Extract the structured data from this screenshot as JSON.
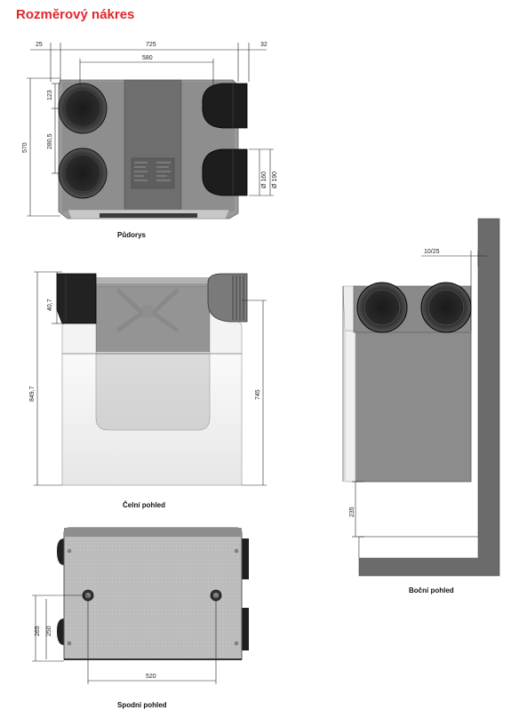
{
  "title": "Rozměrový nákres",
  "captions": {
    "top": "Půdorys",
    "front": "Čelní pohled",
    "side": "Boční pohled",
    "bottom": "Spodní pohled"
  },
  "dimensions": {
    "top_left_offset": "25",
    "top_width": "725",
    "top_right_offset": "32",
    "top_inner_width": "580",
    "top_height": "570",
    "top_port_upper": "123",
    "top_port_spacing": "280,5",
    "duct_dia_small": "Ø 160",
    "duct_dia_large": "Ø 190",
    "front_total_height": "849,7",
    "front_port_height": "40,7",
    "front_body_height": "745",
    "side_wall_gap": "10/25",
    "side_floor_gap": "235",
    "bottom_hole_spacing": "520",
    "bottom_h1": "265",
    "bottom_h2": "250"
  }
}
